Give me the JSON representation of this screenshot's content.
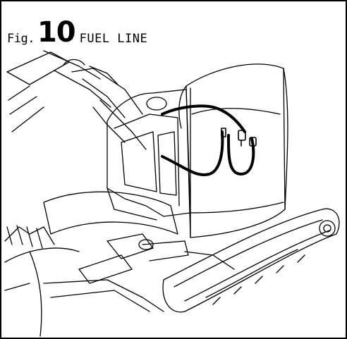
{
  "figure": {
    "prefix": "Fig.",
    "number": "10",
    "title": "FUEL LINE"
  },
  "colors": {
    "line": "#000000",
    "background": "#ffffff",
    "fuel_hose": "#000000"
  }
}
